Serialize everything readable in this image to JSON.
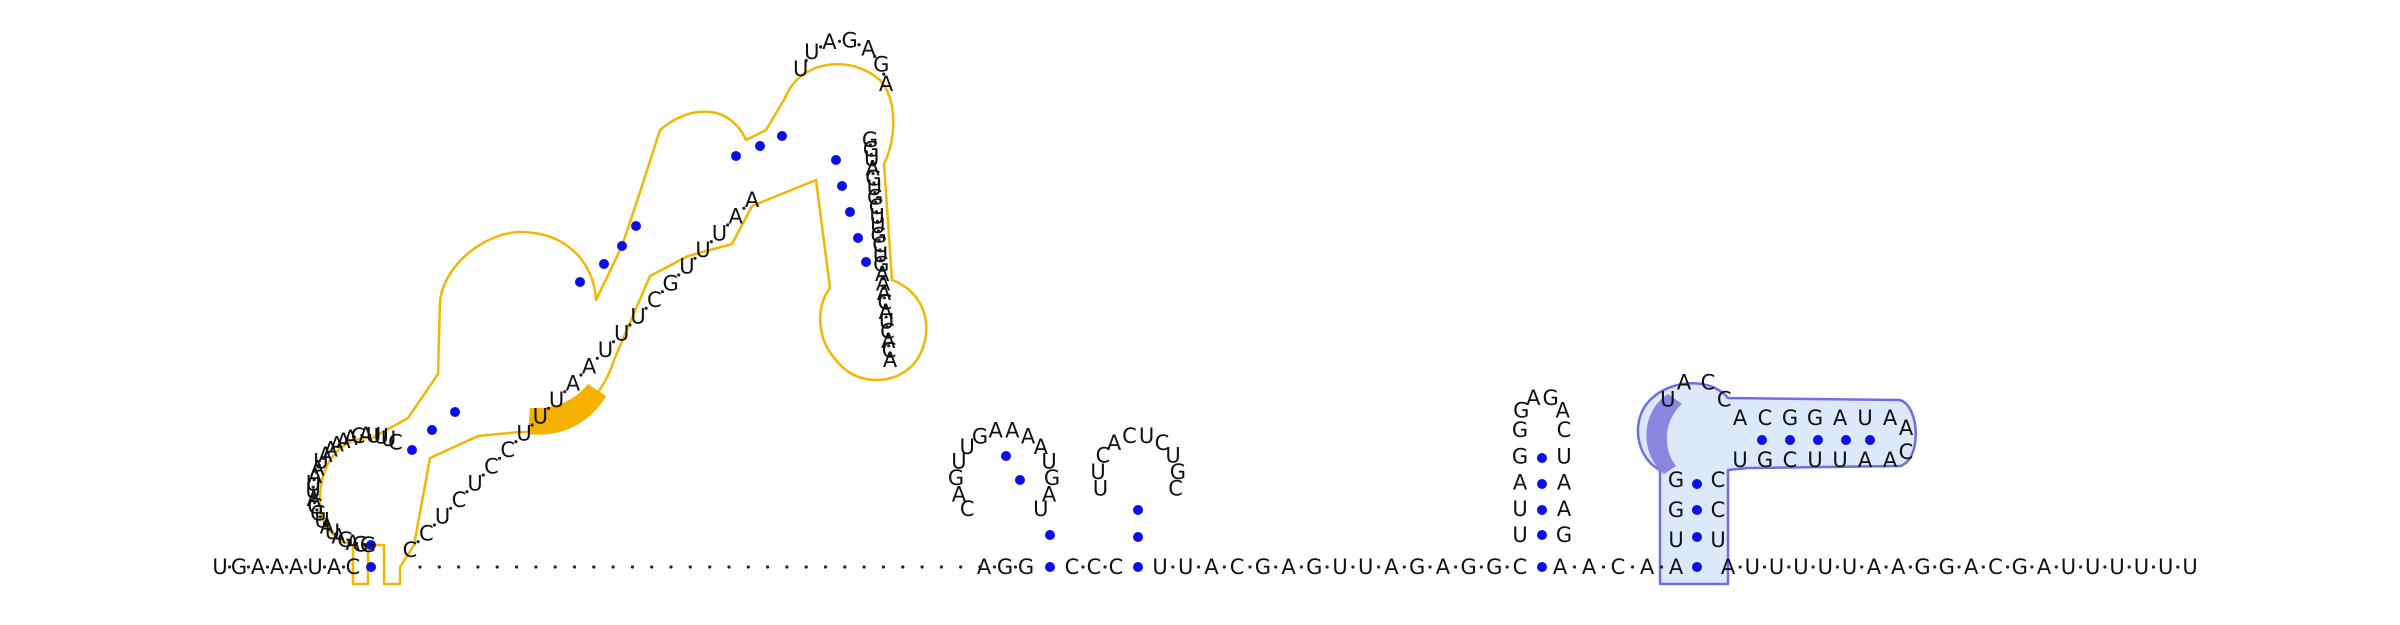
{
  "colors": {
    "background": "#ffffff",
    "nucleotide_text": "#111111",
    "base_pair_dot": "#0a10e6",
    "backbone_dot": "#222222",
    "domain1_outline": "#f2b705",
    "domain1_highlight": "#f5b000",
    "domain2_outline": "#6f6fe3",
    "domain2_fill": "#dde8fb",
    "domain2_highlight": "#8a86e0"
  },
  "sequence_5p": "UGAAAUAC",
  "sequence_3p": "AUUUUUAAGGACGAUUUUUU",
  "structures": {
    "domain1": {
      "outer_left_stem": "UGAAAUAC",
      "upper_left_loop": "GGAGAUAUGGAUUAAUAAAAACAUUUC",
      "hairpin_loop": "UUAGAGA",
      "hairpin_right": "GGUAGUGCUUGCUGAAACAUCACA",
      "interior_right": "AAUUUGCUUUAAUUUCCUCUCC",
      "highlight_bases": "UCA"
    },
    "small_hairpin_1": {
      "stem_5p": "AGG",
      "loop": "CAGUUGAAAAUGAU",
      "stem_3p": "C"
    },
    "small_hairpin_2": {
      "stem_5p": "CCC",
      "loop": "UUCACUCUGC",
      "stem_3p": "G"
    },
    "linker": "UUACGAGUUAGAGGC",
    "small_hairpin_3": {
      "stem_5p": "UUAGG",
      "loop": "GAGA",
      "stem_3p": "CUAAG"
    },
    "domain2": {
      "lead": "AACAA",
      "stem_left": "GGU",
      "loop_top": "UACC",
      "arm_top": "ACGGAUA",
      "arm_tip": "AC",
      "arm_bottom": "AAUUCGU",
      "stem_right": "CCU",
      "highlight_bases": "UGG"
    }
  }
}
